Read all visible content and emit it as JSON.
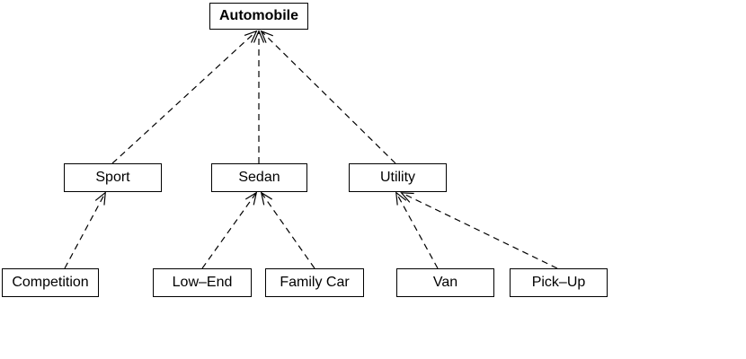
{
  "diagram": {
    "type": "class-generalization-hierarchy",
    "root": "Automobile",
    "edge_style": "dashed-line-open-arrowhead",
    "colors": {
      "background": "#ffffff",
      "box_fill": "#ffffff",
      "box_border": "#000000",
      "text": "#000000",
      "line": "#000000"
    },
    "nodes": {
      "automobile": {
        "label": "Automobile",
        "emphasis": "bold"
      },
      "sport": {
        "label": "Sport"
      },
      "sedan": {
        "label": "Sedan"
      },
      "utility": {
        "label": "Utility"
      },
      "competition": {
        "label": "Competition"
      },
      "lowend": {
        "label": "Low–End"
      },
      "familycar": {
        "label": "Family Car"
      },
      "van": {
        "label": "Van"
      },
      "pickup": {
        "label": "Pick–Up"
      }
    },
    "edges": [
      {
        "from": "Sport",
        "to": "Automobile"
      },
      {
        "from": "Sedan",
        "to": "Automobile"
      },
      {
        "from": "Utility",
        "to": "Automobile"
      },
      {
        "from": "Competition",
        "to": "Sport"
      },
      {
        "from": "Low–End",
        "to": "Sedan"
      },
      {
        "from": "Family Car",
        "to": "Sedan"
      },
      {
        "from": "Van",
        "to": "Utility"
      },
      {
        "from": "Pick–Up",
        "to": "Utility"
      }
    ]
  }
}
